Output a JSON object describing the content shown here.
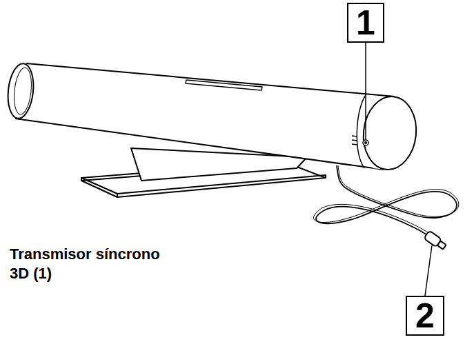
{
  "diagram": {
    "nodes": [
      {
        "text": [
          "1"
        ]
      },
      {
        "text": [
          "2"
        ]
      }
    ],
    "labels": [
      "Transmisor síncrono 3D (1)"
    ]
  }
}
